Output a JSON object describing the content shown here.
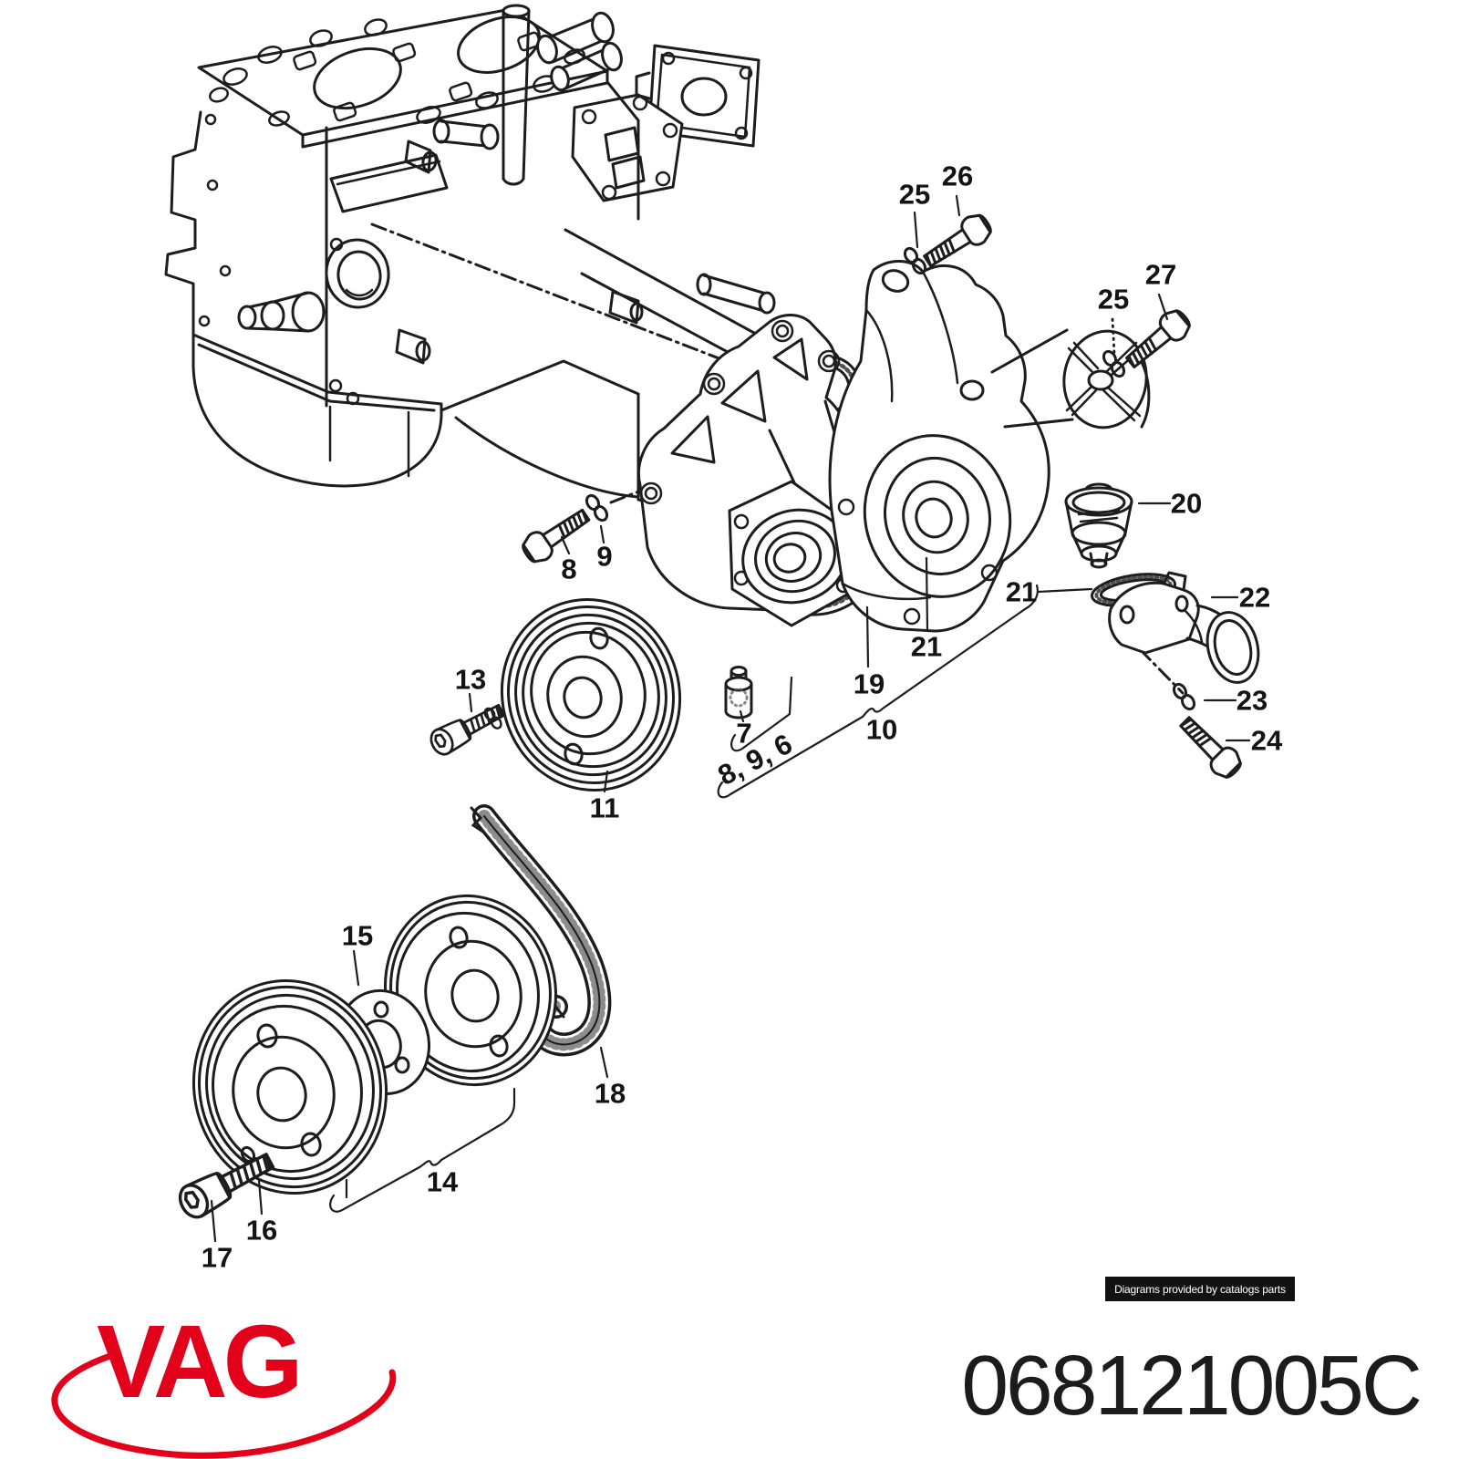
{
  "brand": {
    "name": "VAG"
  },
  "part_number": "068121005C",
  "watermark": {
    "text": "Diagrams provided by catalogs parts"
  },
  "colors": {
    "brand_red": "#e2001a",
    "line": "#1d1d1d",
    "badge_bg": "#121212",
    "badge_fg": "#ffffff",
    "background": "#ffffff"
  },
  "diagram": {
    "type": "exploded-parts-diagram",
    "callouts": {
      "c7": {
        "label": "7"
      },
      "c8": {
        "label": "8"
      },
      "c9": {
        "label": "9"
      },
      "c896": {
        "label": "8, 9, 6"
      },
      "c10": {
        "label": "10"
      },
      "c11": {
        "label": "11"
      },
      "c13": {
        "label": "13"
      },
      "c14": {
        "label": "14"
      },
      "c15": {
        "label": "15"
      },
      "c16": {
        "label": "16"
      },
      "c17": {
        "label": "17"
      },
      "c18": {
        "label": "18"
      },
      "c19": {
        "label": "19"
      },
      "c20": {
        "label": "20"
      },
      "c21a": {
        "label": "21"
      },
      "c21b": {
        "label": "21"
      },
      "c22": {
        "label": "22"
      },
      "c23": {
        "label": "23"
      },
      "c24": {
        "label": "24"
      },
      "c25a": {
        "label": "25"
      },
      "c25b": {
        "label": "25"
      },
      "c26": {
        "label": "26"
      },
      "c27": {
        "label": "27"
      }
    }
  }
}
